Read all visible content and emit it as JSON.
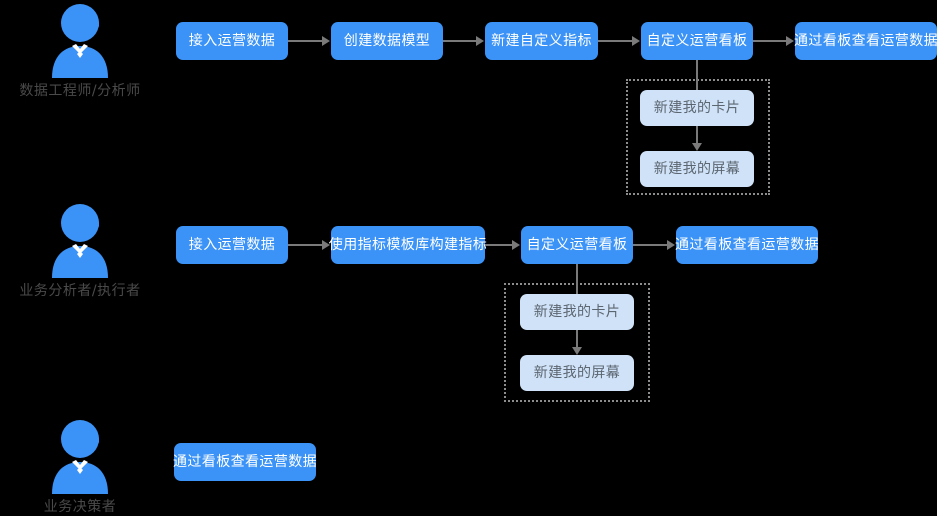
{
  "diagram": {
    "title": "",
    "colors": {
      "primary_node_bg": "#3B93F7",
      "primary_node_text": "#FFFFFF",
      "soft_node_bg": "#CFE2F8",
      "soft_node_text": "#5C6670",
      "connector": "#7A7A7A",
      "group_border": "#8D8D8D",
      "persona_label_text": "#4A4A4A",
      "avatar_fill": "#3B93F7",
      "background": "#000000"
    },
    "rows": [
      {
        "id": "row-data-engineer",
        "persona": {
          "label": "数据工程师/分析师",
          "icon": "person-avatar-icon"
        },
        "steps": [
          {
            "label": "接入运营数据"
          },
          {
            "label": "创建数据模型"
          },
          {
            "label": "新建自定义指标"
          },
          {
            "label": "自定义运营看板"
          },
          {
            "label": "通过看板查看运营数据"
          }
        ],
        "subgroup": {
          "parent_step": "自定义运营看板",
          "cards": [
            {
              "label": "新建我的卡片"
            },
            {
              "label": "新建我的屏幕"
            }
          ]
        }
      },
      {
        "id": "row-business-analyst",
        "persona": {
          "label": "业务分析者/执行者",
          "icon": "person-avatar-icon"
        },
        "steps": [
          {
            "label": "接入运营数据"
          },
          {
            "label": "使用指标模板库构建指标"
          },
          {
            "label": "自定义运营看板"
          },
          {
            "label": "通过看板查看运营数据"
          }
        ],
        "subgroup": {
          "parent_step": "自定义运营看板",
          "cards": [
            {
              "label": "新建我的卡片"
            },
            {
              "label": "新建我的屏幕"
            }
          ]
        }
      },
      {
        "id": "row-business-decision-maker",
        "persona": {
          "label": "业务决策者",
          "icon": "person-avatar-icon"
        },
        "steps": [
          {
            "label": "通过看板查看运营数据"
          }
        ],
        "subgroup": null
      }
    ]
  }
}
